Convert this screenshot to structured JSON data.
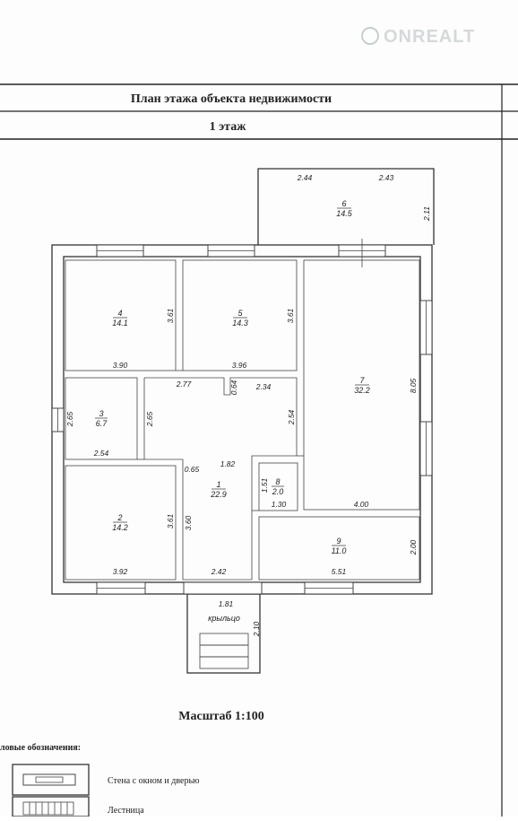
{
  "watermark": "ONREALT",
  "header": {
    "title": "План этажа объекта недвижимости",
    "floor": "1 этаж"
  },
  "rooms": [
    {
      "num": "1",
      "area": "22.9"
    },
    {
      "num": "2",
      "area": "14.2"
    },
    {
      "num": "3",
      "area": "6.7"
    },
    {
      "num": "4",
      "area": "14.1"
    },
    {
      "num": "5",
      "area": "14.3"
    },
    {
      "num": "6",
      "area": "14.5"
    },
    {
      "num": "7",
      "area": "32.2"
    },
    {
      "num": "8",
      "area": "2.0"
    },
    {
      "num": "9",
      "area": "11.0"
    }
  ],
  "dims": {
    "r6_top_left": "2.44",
    "r6_top_right": "2.43",
    "r6_right": "2.11",
    "r4_right": "3.61",
    "r4_bottom": "3.90",
    "r5_right": "3.61",
    "r5_bottom": "3.96",
    "r7_right": "8.05",
    "r7_bottom": "4.00",
    "r3_left": "2.65",
    "r3_bottom": "2.54",
    "r1_top_left": "2.77",
    "r1_notch": "0.64",
    "r1_top_right": "2.34",
    "r1_left_upper": "2.65",
    "r1_right_upper": "2.54",
    "r1_mid": "1.82",
    "r1_small": "0.65",
    "r1_left_lower": "3.60",
    "r1_bottom": "2.42",
    "r8_left": "1.51",
    "r8_bottom": "1.30",
    "r2_right": "3.61",
    "r2_bottom": "3.92",
    "r9_right": "2.00",
    "r9_bottom": "5.51",
    "porch_top": "1.81",
    "porch_right": "2.10"
  },
  "porch_label": "крыльцо",
  "scale": "Масштаб 1:100",
  "legend": {
    "title": "ловые обозначения:",
    "wall_window_door": "Стена с окном и дверью",
    "stairs": "Лестница"
  }
}
